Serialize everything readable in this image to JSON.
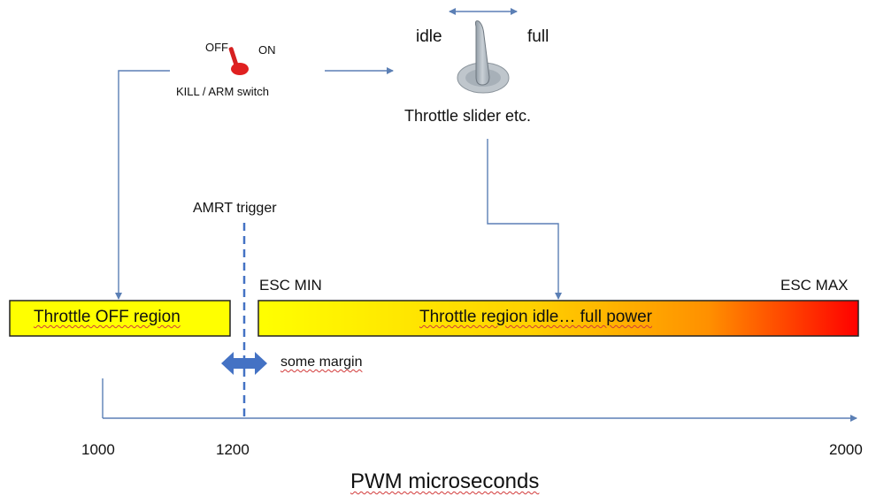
{
  "switch": {
    "off_label": "OFF",
    "on_label": "ON",
    "caption": "KILL / ARM switch"
  },
  "slider": {
    "idle_label": "idle",
    "full_label": "full",
    "caption": "Throttle slider etc."
  },
  "trigger": {
    "label": "AMRT trigger"
  },
  "esc": {
    "min_label": "ESC MIN",
    "max_label": "ESC MAX"
  },
  "regions": {
    "off_label": "Throttle OFF region",
    "power_label": "Throttle region idle… full power"
  },
  "margin": {
    "label": "some margin"
  },
  "axis": {
    "ticks": [
      "1000",
      "1200",
      "2000"
    ],
    "title": "PWM microseconds"
  },
  "colors": {
    "line_blue": "#5b7fb5",
    "margin_arrow": "#4472c4",
    "region_yellow": "#ffff00",
    "gradient_mid": "#ffc000",
    "gradient_end": "#ff0000",
    "switch_red": "#e02020"
  }
}
